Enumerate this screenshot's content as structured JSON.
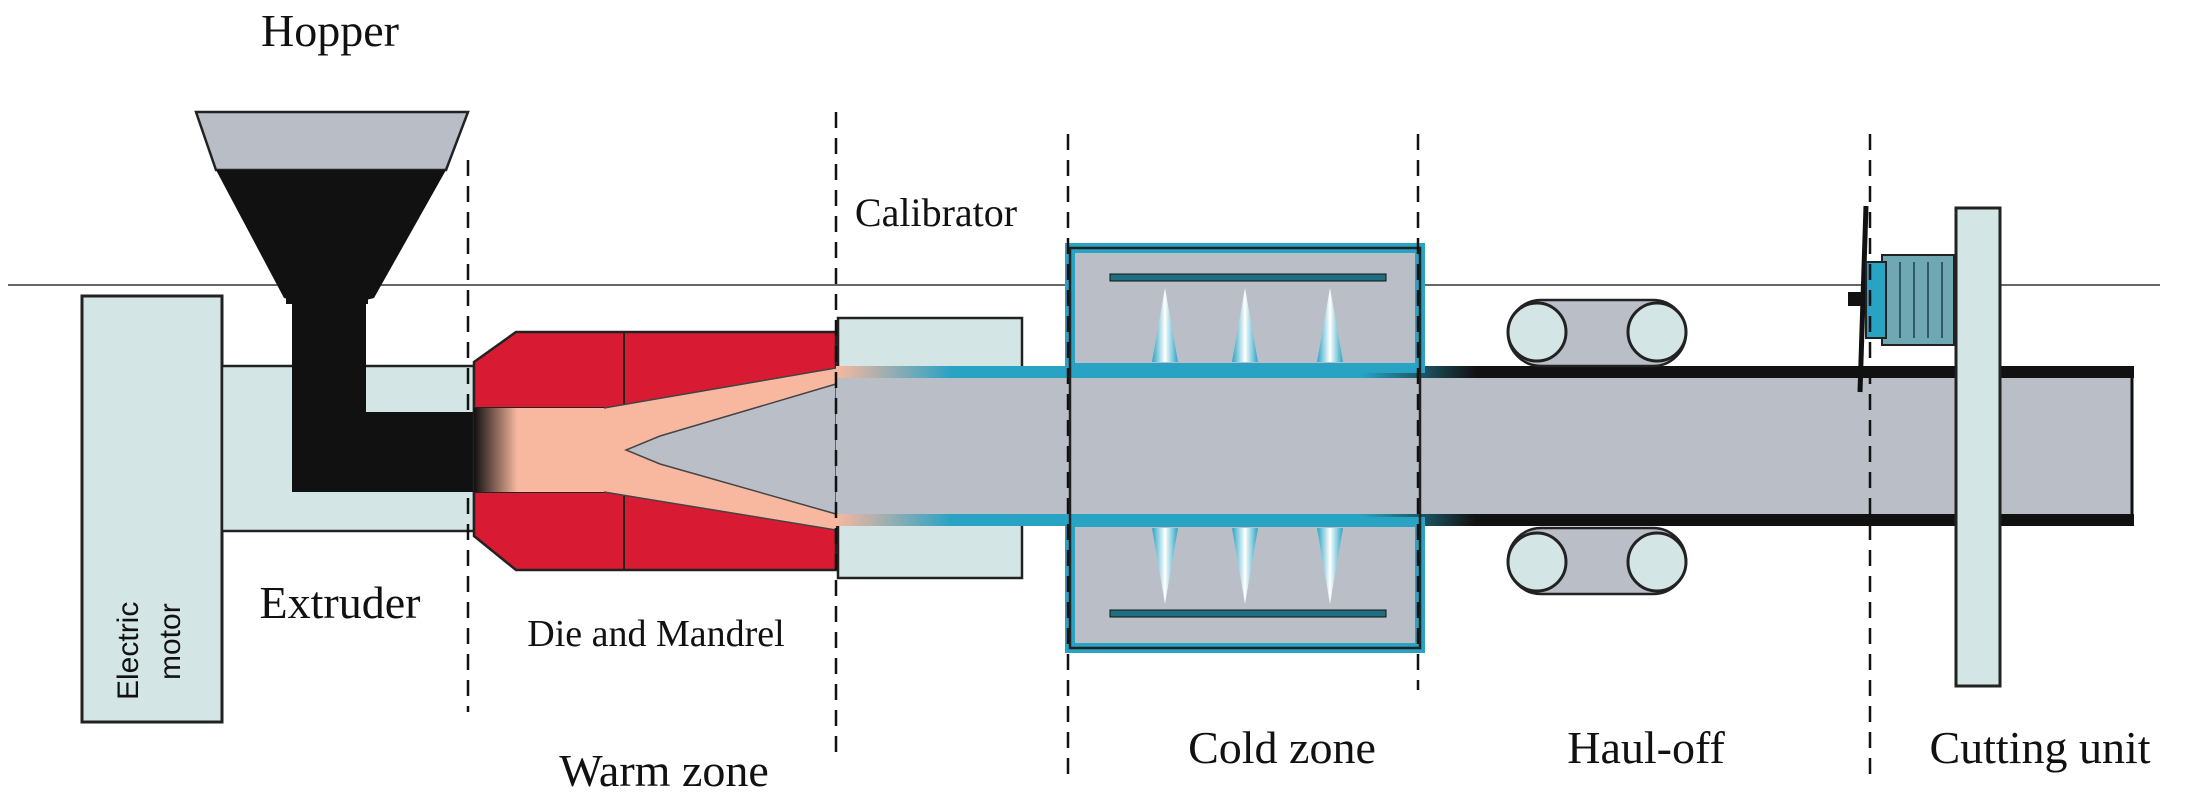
{
  "labels": {
    "hopper": "Hopper",
    "calibrator": "Calibrator",
    "electric_motor_line1": "Electric",
    "electric_motor_line2": "motor",
    "extruder": "Extruder",
    "die_and_mandrel": "Die and Mandrel",
    "warm_zone": "Warm zone",
    "cold_zone": "Cold zone",
    "haul_off": "Haul-off",
    "cutting_unit": "Cutting unit"
  },
  "colors": {
    "hopper_top": "#b9bec6",
    "granules": "#111111",
    "motor_fill": "#d4e5e5",
    "die_red": "#d91a33",
    "melt_pink": "#f8b8a0",
    "pipe_gray": "#babec7",
    "water_blue": "#29a3c4",
    "haul_wheel": "#d4e5e5",
    "outline": "#222222"
  }
}
